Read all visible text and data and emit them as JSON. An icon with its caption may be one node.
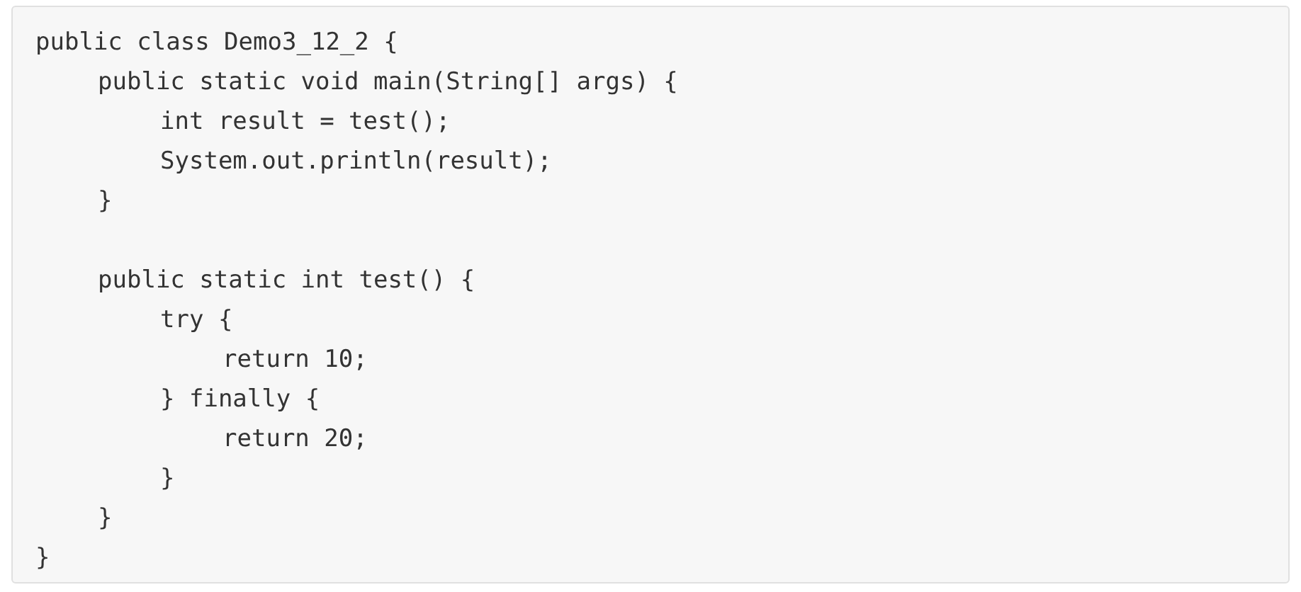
{
  "diagram": {
    "labels": [
      "public class Demo3_12_2 {",
      "public static void main(String[] args) {",
      "int result = test();",
      "System.out.println(result);",
      "}",
      "public static int test() {",
      "try {",
      "return 10;",
      "} finally {",
      "return 20;",
      "}",
      "}",
      "}"
    ]
  }
}
